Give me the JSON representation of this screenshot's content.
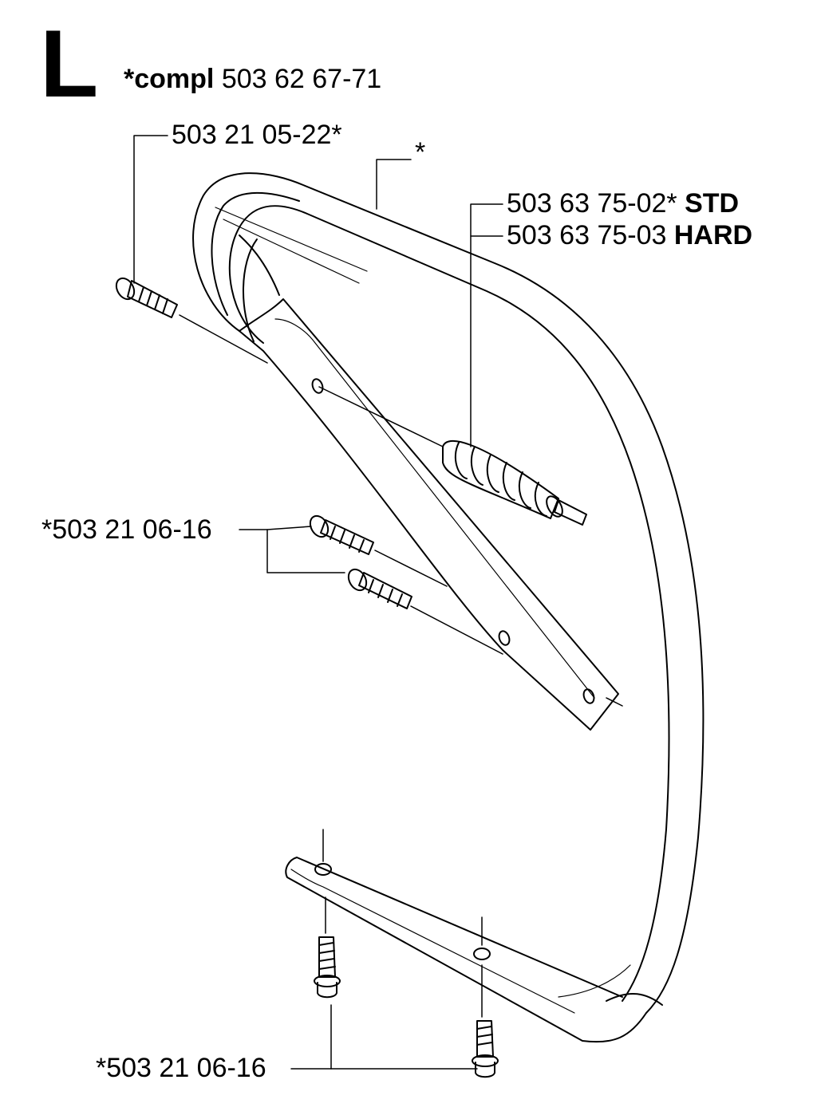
{
  "section": "L",
  "header": {
    "prefix": "*compl",
    "number": "503 62 67-71"
  },
  "labels": {
    "screw_top": "503 21 05-22*",
    "handle_star": "*",
    "av_std_number": "503 63 75-02*",
    "av_std_grade": "STD",
    "av_hard_number": "503 63 75-03",
    "av_hard_grade": "HARD",
    "screw_mid": "*503 21 06-16",
    "screw_bottom": "*503 21 06-16"
  }
}
